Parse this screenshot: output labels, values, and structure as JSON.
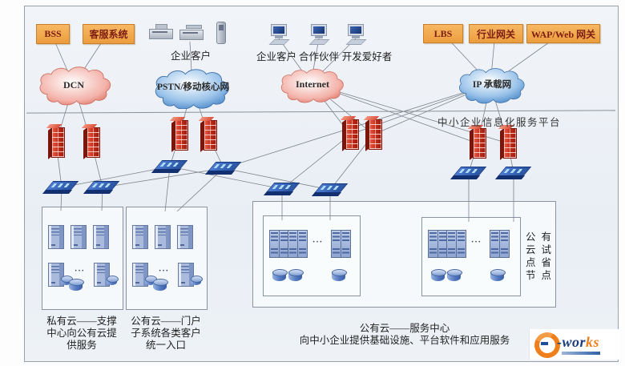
{
  "nodes": {
    "bss": "BSS",
    "customer_service": "客服系统",
    "lbs": "LBS",
    "industry_gateway": "行业网关",
    "wap_gateway": "WAP/Web 网关",
    "enterprise_customer_devices": "企业客户",
    "enterprise_customer_pc": "企业客户",
    "partner": "合作伙伴",
    "developer": "开发爱好者"
  },
  "clouds": {
    "dcn": "DCN",
    "pstn": "PSTN/移动核心网",
    "internet": "Internet",
    "ip_bearer": "IP 承载网"
  },
  "platform_label": "中小企业信息化服务平台",
  "pilot_label": "公有\n云试\n点省\n节点",
  "zone_labels": {
    "private_cloud": "私有云——支撑\n中心向公有云提\n供服务",
    "portal_cloud": "公有云——门户\n子系统各类客户\n统一入口",
    "service_center_line1": "公有云——服务中心",
    "service_center_line2": "向中小企业提供基础设施、平台软件和应用服务"
  },
  "ellipsis": "···",
  "logo": {
    "rest": "-wor",
    "accent": "ks"
  },
  "colors": {
    "box_orange": "#ec9d3e",
    "firewall_red": "#c22a18",
    "device_blue": "#2f5cae",
    "cloud_pink": "#e8837a",
    "cloud_blue": "#4f8fd6",
    "logo_orange": "#ef7f1a",
    "logo_navy": "#1a3f7a"
  },
  "edges": [
    [
      "bss",
      "dcn"
    ],
    [
      "customer_service",
      "dcn"
    ],
    [
      "dcn",
      "fw1"
    ],
    [
      "dcn",
      "fw2"
    ],
    [
      "fw1",
      "s1"
    ],
    [
      "fw2",
      "s2"
    ],
    [
      "s1",
      "boxA_left"
    ],
    [
      "s2",
      "boxA_right"
    ],
    [
      "enterprise_devices",
      "pstn"
    ],
    [
      "pstn",
      "fw3"
    ],
    [
      "pstn",
      "fw4"
    ],
    [
      "fw3",
      "s3"
    ],
    [
      "fw4",
      "s4"
    ],
    [
      "s3",
      "boxB_left"
    ],
    [
      "s4",
      "boxB_right"
    ],
    [
      "pc_enterprise",
      "internet"
    ],
    [
      "pc_partner",
      "internet"
    ],
    [
      "pc_developer",
      "internet"
    ],
    [
      "internet",
      "fw5"
    ],
    [
      "internet",
      "fw6"
    ],
    [
      "internet",
      "fw7"
    ],
    [
      "internet",
      "fw8"
    ],
    [
      "ip",
      "fw5"
    ],
    [
      "ip",
      "fw6"
    ],
    [
      "ip",
      "fw7"
    ],
    [
      "ip",
      "fw8"
    ],
    [
      "ip",
      "s4"
    ],
    [
      "fw5",
      "s5"
    ],
    [
      "fw6",
      "s6"
    ],
    [
      "fw7",
      "s7"
    ],
    [
      "fw8",
      "s8"
    ],
    [
      "s5",
      "c1_left"
    ],
    [
      "s6",
      "c1_right"
    ],
    [
      "s7",
      "c2_left"
    ],
    [
      "s8",
      "c2_right"
    ],
    [
      "lbs",
      "ip"
    ],
    [
      "industry_gateway",
      "ip"
    ],
    [
      "wap_gateway",
      "ip"
    ],
    [
      "s1",
      "s3"
    ],
    [
      "s2",
      "s4"
    ],
    [
      "s3",
      "s5"
    ],
    [
      "s4",
      "s6"
    ]
  ]
}
